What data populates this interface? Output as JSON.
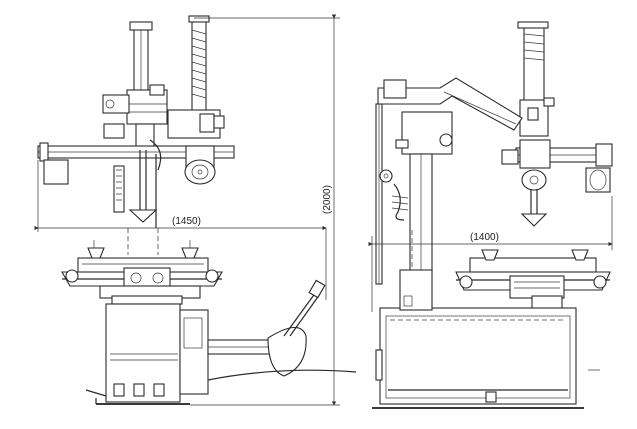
{
  "dimensions": {
    "width_left": "(1450)",
    "height": "(2000)",
    "width_right": "(1400)"
  }
}
